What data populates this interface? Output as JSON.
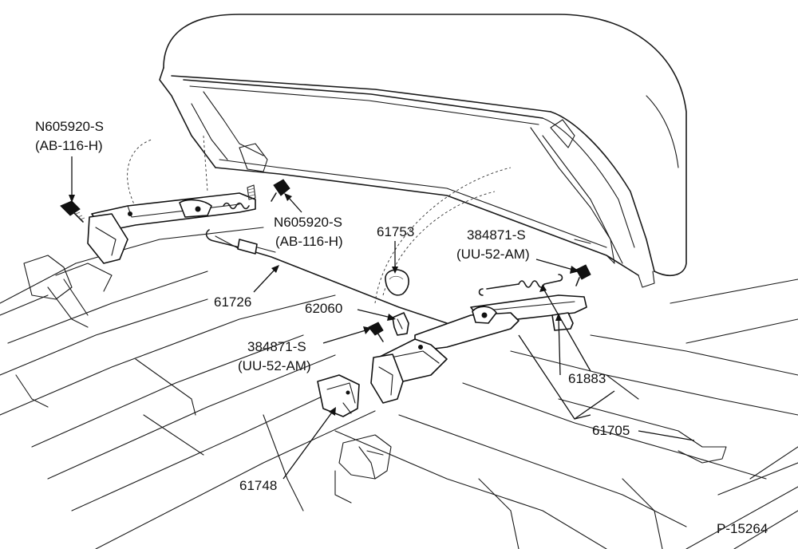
{
  "figure_code": "P-15264",
  "callouts": {
    "top_left_part": "N605920-S",
    "top_left_spec": "(AB-116-H)",
    "center_left_part": "N605920-S",
    "center_left_spec": "(AB-116-H)",
    "part_61753": "61753",
    "right_part": "384871-S",
    "right_spec": "(UU-52-AM)",
    "part_61726": "61726",
    "part_62060": "62060",
    "lower_part": "384871-S",
    "lower_spec": "(UU-52-AM)",
    "part_61883": "61883",
    "part_61705": "61705",
    "part_61748": "61748"
  },
  "colors": {
    "ink": "#111111",
    "paper": "#ffffff"
  }
}
